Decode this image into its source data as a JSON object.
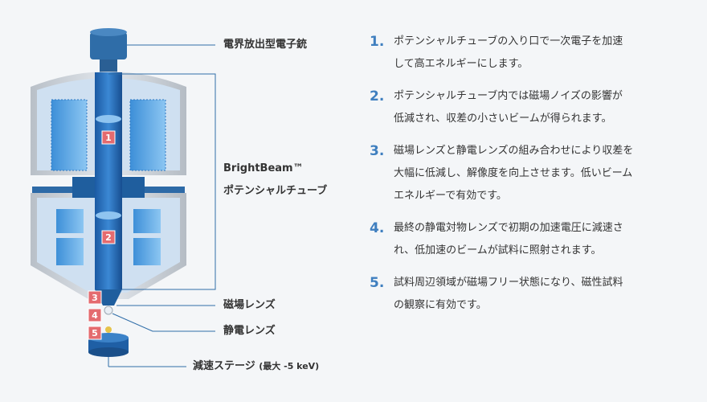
{
  "labels": {
    "gun": "電界放出型電子銃",
    "brightbeam_1": "BrightBeam™",
    "brightbeam_2": "ポテンシャルチューブ",
    "magnetic_lens": "磁場レンズ",
    "electrostatic_lens": "静電レンズ",
    "stage_main": "減速ステージ",
    "stage_note": "(最大 -5 keV)"
  },
  "badges": [
    "1",
    "2",
    "3",
    "4",
    "5"
  ],
  "steps": [
    {
      "num": "1.",
      "lines": [
        "ポテンシャルチューブの入り口で一次電子を加速",
        "して高エネルギーにします。"
      ]
    },
    {
      "num": "2.",
      "lines": [
        "ポテンシャルチューブ内では磁場ノイズの影響が",
        "低減され、収差の小さいビームが得られます。"
      ]
    },
    {
      "num": "3.",
      "lines": [
        "磁場レンズと静電レンズの組み合わせにより収差を",
        "大幅に低減し、解像度を向上させます。低いビーム",
        "エネルギーで有効です。"
      ]
    },
    {
      "num": "4.",
      "lines": [
        "最終の静電対物レンズで初期の加速電圧に減速さ",
        "れ、低加速のビームが試料に照射されます。"
      ]
    },
    {
      "num": "5.",
      "lines": [
        "試料周辺領域が磁場フリー状態になり、磁性試料",
        "の観察に有効です。"
      ]
    }
  ],
  "colors": {
    "accent": "#3f7fbf",
    "badge": "#e46b6f",
    "tube": "#1e5fa8"
  }
}
